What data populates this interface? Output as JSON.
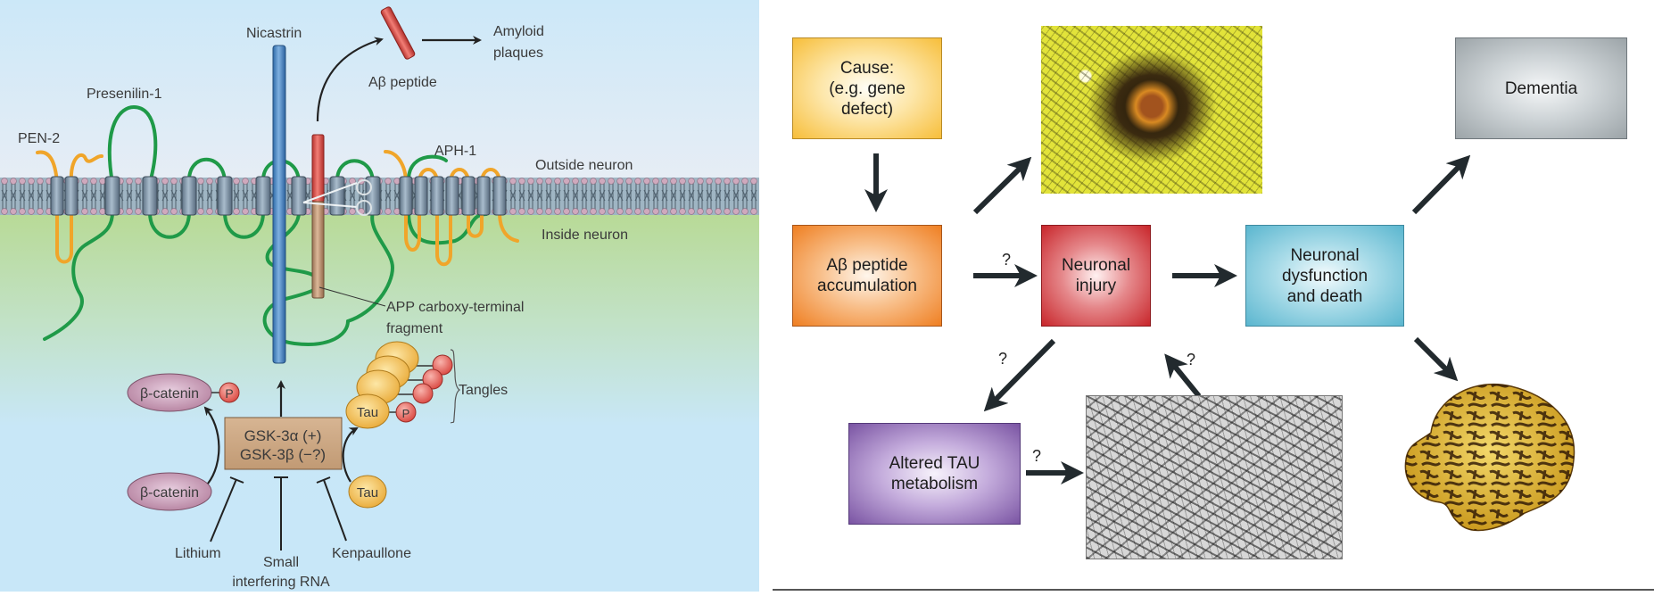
{
  "left_panel": {
    "labels": {
      "nicastrin": "Nicastrin",
      "presenilin": "Presenilin-1",
      "pen2": "PEN-2",
      "aph1": "APH-1",
      "abeta_peptide": "Aβ peptide",
      "amyloid_line1": "Amyloid",
      "amyloid_line2": "plaques",
      "outside": "Outside neuron",
      "inside": "Inside neuron",
      "app_line1": "APP carboxy-terminal",
      "app_line2": "fragment",
      "beta_catenin_top": "β-catenin",
      "beta_catenin_bottom": "β-catenin",
      "phospho": "P",
      "gsk_line1": "GSK-3α (+)",
      "gsk_line2": "GSK-3β (−?)",
      "tau_tangle": "Tau",
      "tau_free": "Tau",
      "tangles": "Tangles",
      "lithium": "Lithium",
      "sirna_line1": "Small",
      "sirna_line2": "interfering RNA",
      "kenpaullone": "Kenpaullone"
    },
    "colors": {
      "sky_top": "#cde8f8",
      "sky_mid": "#e6eef6",
      "cytoplasm_top": "#b9db98",
      "cytoplasm_bottom": "#c8e6f6",
      "presenilin": "#1f9a48",
      "pen2_aph1": "#f0a52a",
      "nicastrin": "#4a87c6",
      "abeta": "#e0514c",
      "app_ctf": "#c39a7a",
      "gsk_box": "#c9a47f",
      "beta_catenin": "#c79ab8",
      "tau": "#f5c35a",
      "phosphate": "#ea6a62"
    }
  },
  "right_panel": {
    "boxes": {
      "cause": "Cause:\n(e.g. gene\ndefect)",
      "abeta_accumulation": "Aβ peptide\naccumulation",
      "neuronal_injury": "Neuronal\ninjury",
      "neuronal_dysfunction": "Neuronal\ndysfunction\nand death",
      "dementia": "Dementia",
      "altered_tau": "Altered TAU\nmetabolism"
    },
    "question_marks": {
      "abeta_to_injury": "?",
      "injury_to_tau": "?",
      "tangles_to_injury": "?",
      "tau_to_tangles": "?"
    },
    "images": {
      "amyloid_plaque": "amyloid plaque micrograph",
      "tangle_micrograph": "neurofibrillary tangle micrograph",
      "brain": "atrophied brain"
    },
    "colors": {
      "cause": "#f7be3a",
      "abeta_accumulation": "#ef7f22",
      "neuronal_injury": "#c8262b",
      "neuronal_dysfunction": "#5ab6cf",
      "dementia": "#9ca4a8",
      "altered_tau": "#7a54a3",
      "arrow": "#222a2e"
    }
  }
}
